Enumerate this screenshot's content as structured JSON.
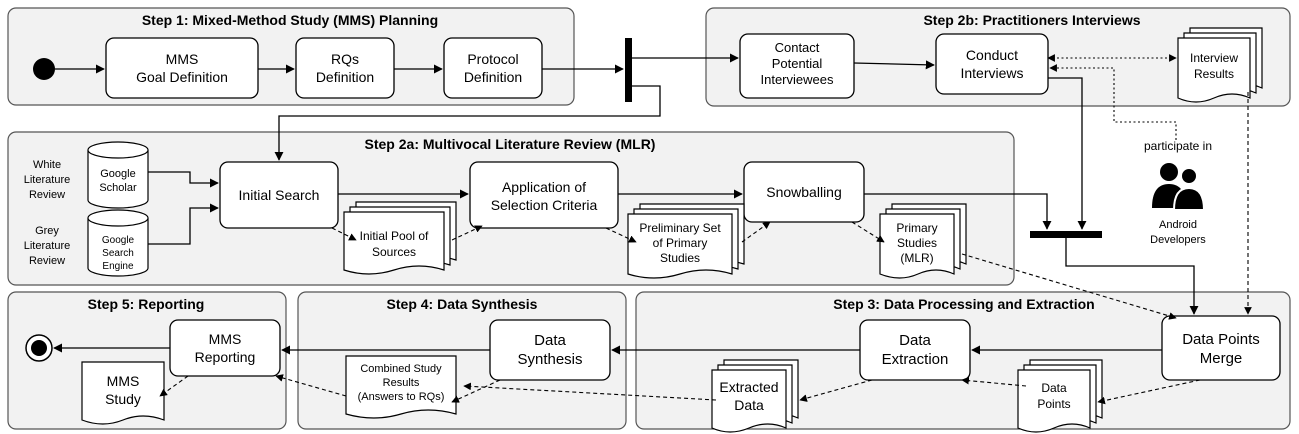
{
  "steps": {
    "s1": "Step 1: Mixed-Method Study (MMS) Planning",
    "s2b": "Step 2b: Practitioners Interviews",
    "s2a": "Step 2a: Multivocal Literature Review (MLR)",
    "s5": "Step 5: Reporting",
    "s4": "Step 4: Data Synthesis",
    "s3": "Step 3: Data Processing and Extraction"
  },
  "activities": {
    "mms_goal": [
      "MMS",
      "Goal Definition"
    ],
    "rqs_def": [
      "RQs",
      "Definition"
    ],
    "protocol_def": [
      "Protocol",
      "Definition"
    ],
    "contact": [
      "Contact",
      "Potential",
      "Interviewees"
    ],
    "conduct": [
      "Conduct",
      "Interviews"
    ],
    "initial_search": [
      "Initial Search"
    ],
    "selection": [
      "Application of",
      "Selection Criteria"
    ],
    "snowballing": [
      "Snowballing"
    ],
    "merge": [
      "Data Points",
      "Merge"
    ],
    "extraction": [
      "Data",
      "Extraction"
    ],
    "synthesis": [
      "Data",
      "Synthesis"
    ],
    "reporting": [
      "MMS",
      "Reporting"
    ]
  },
  "documents": {
    "interview_results": [
      "Interview",
      "Results"
    ],
    "initial_pool": [
      "Initial Pool of",
      "Sources"
    ],
    "preliminary": [
      "Preliminary Set",
      "of Primary",
      "Studies"
    ],
    "primary": [
      "Primary",
      "Studies",
      "(MLR)"
    ],
    "data_points": [
      "Data",
      "Points"
    ],
    "extracted": [
      "Extracted",
      "Data"
    ],
    "combined": [
      "Combined Study",
      "Results",
      "(Answers to RQs)"
    ],
    "mms_study": [
      "MMS",
      "Study"
    ]
  },
  "databases": {
    "scholar": [
      "Google",
      "Scholar"
    ],
    "search_engine": [
      "Google",
      "Search",
      "Engine"
    ]
  },
  "side_labels": {
    "white": [
      "White",
      "Literature",
      "Review"
    ],
    "grey": [
      "Grey",
      "Literature",
      "Review"
    ]
  },
  "actor": {
    "relation": "participate in",
    "name": [
      "Android",
      "Developers"
    ]
  }
}
